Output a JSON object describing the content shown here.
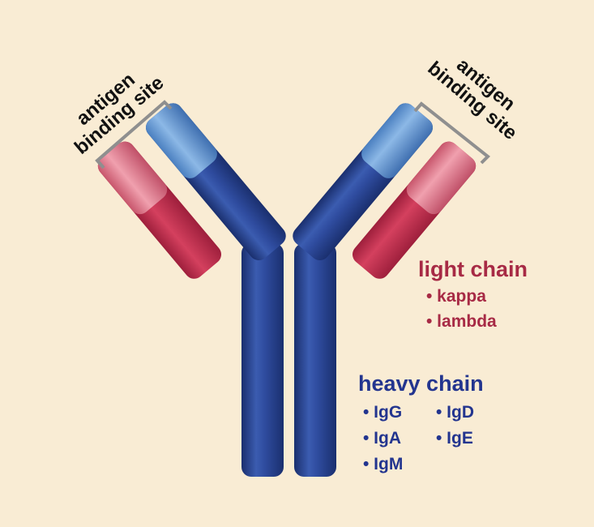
{
  "colors": {
    "background": "#f9ecd4",
    "heavy_chain": "#23418f",
    "heavy_chain_light_segment": "#5f96cf",
    "light_chain": "#c6304e",
    "light_chain_light_segment": "#e77f92",
    "light_chain_text": "#a72a45",
    "heavy_chain_text": "#23358f",
    "bracket": "#8f8f8f"
  },
  "antigen_site_left": {
    "line1": "antigen",
    "line2": "binding site"
  },
  "antigen_site_right": {
    "line1": "antigen",
    "line2": "binding site"
  },
  "light_chain": {
    "title": "light chain",
    "items": [
      "• kappa",
      "• lambda"
    ]
  },
  "heavy_chain": {
    "title": "heavy chain",
    "items": [
      "• IgG",
      "• IgD",
      "• IgA",
      "• IgE",
      "• IgM"
    ]
  }
}
